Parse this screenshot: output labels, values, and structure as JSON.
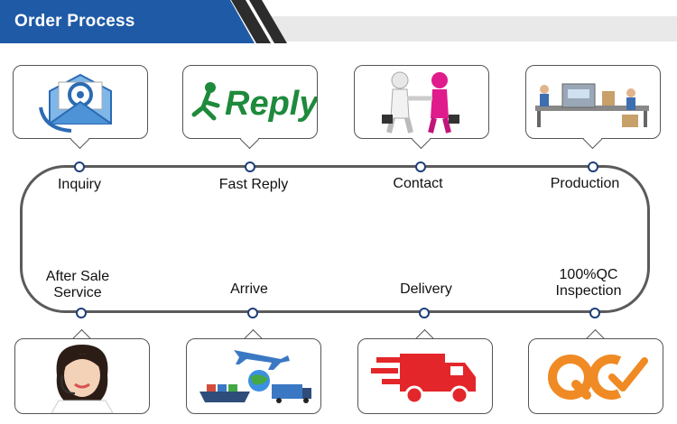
{
  "header": {
    "title": "Order Process"
  },
  "colors": {
    "header_blue": "#1f5aa6",
    "track": "#5b5b5b",
    "node": "#1e3f79"
  },
  "steps_top": [
    {
      "label": "Inquiry",
      "icon": "email-at-icon"
    },
    {
      "label": "Fast Reply",
      "icon": "reply-runner-icon",
      "image_text": "Reply"
    },
    {
      "label": "Contact",
      "icon": "handshake-icon"
    },
    {
      "label": "Production",
      "icon": "factory-line-icon"
    }
  ],
  "steps_bottom": [
    {
      "label_line1": "After Sale",
      "label_line2": "Service",
      "icon": "customer-service-icon"
    },
    {
      "label": "Arrive",
      "icon": "logistics-icon"
    },
    {
      "label": "Delivery",
      "icon": "delivery-truck-icon"
    },
    {
      "label_line1": "100%QC",
      "label_line2": "Inspection",
      "icon": "qc-check-icon"
    }
  ]
}
